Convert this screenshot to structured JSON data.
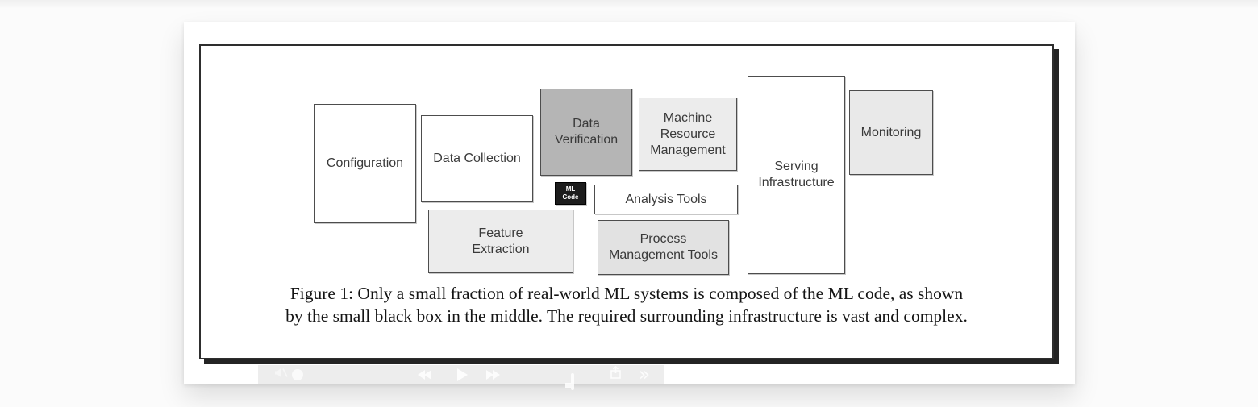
{
  "page": {
    "background_color": "#fbfbfb",
    "card_color": "#ffffff"
  },
  "figure": {
    "frame_border_color": "#2e2e2e",
    "frame_shadow_color": "#242424",
    "box_border_color": "#4d4d4d",
    "box_text_color": "#3a3a3a",
    "boxes": [
      {
        "id": "configuration",
        "fill": "#ffffff",
        "lines": [
          "Configuration"
        ]
      },
      {
        "id": "data-collection",
        "fill": "#ffffff",
        "lines": [
          "Data Collection"
        ]
      },
      {
        "id": "data-verification",
        "fill": "#b5b5b5",
        "lines": [
          "Data",
          "Verification"
        ]
      },
      {
        "id": "ml-code",
        "fill": "#1c1c1c",
        "text_color": "#ffffff",
        "lines": [
          "ML",
          "Code"
        ]
      },
      {
        "id": "machine-resource-management",
        "fill": "#ececec",
        "lines": [
          "Machine",
          "Resource",
          "Management"
        ]
      },
      {
        "id": "analysis-tools",
        "fill": "#ffffff",
        "lines": [
          "Analysis Tools"
        ]
      },
      {
        "id": "feature-extraction",
        "fill": "#ececec",
        "lines": [
          "Feature",
          "Extraction"
        ]
      },
      {
        "id": "process-management-tools",
        "fill": "#e2e2e2",
        "lines": [
          "Process",
          "Management Tools"
        ]
      },
      {
        "id": "serving-infrastructure",
        "fill": "#ffffff",
        "lines": [
          "Serving",
          "Infrastructure"
        ]
      },
      {
        "id": "monitoring",
        "fill": "#e9e9e9",
        "lines": [
          "Monitoring"
        ]
      }
    ],
    "caption": {
      "line1": "Figure 1: Only a small fraction of real-world ML systems is composed of the ML code, as shown",
      "line2": "by the small black box in the middle. The required surrounding infrastructure is vast and complex."
    }
  },
  "media_bar": {
    "icon_color": "#ffffff",
    "icons": [
      "volume-mute-icon",
      "record-dot-icon",
      "rewind-icon",
      "play-icon",
      "fast-forward-icon",
      "picture-in-picture-icon",
      "share-icon",
      "double-chevron-icon"
    ]
  }
}
